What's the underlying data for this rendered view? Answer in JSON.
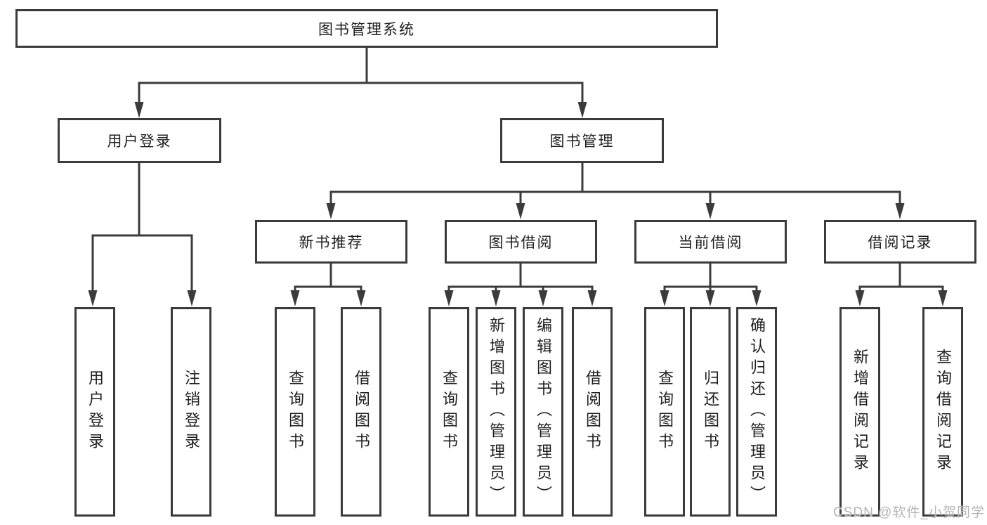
{
  "diagram": {
    "root": {
      "label": "图书管理系统"
    },
    "branches": [
      {
        "label": "用户登录",
        "leaves": [
          {
            "label": "用户登录"
          },
          {
            "label": "注销登录"
          }
        ]
      },
      {
        "label": "图书管理",
        "groups": [
          {
            "label": "新书推荐",
            "leaves": [
              {
                "label": "查询图书"
              },
              {
                "label": "借阅图书"
              }
            ]
          },
          {
            "label": "图书借阅",
            "leaves": [
              {
                "label": "查询图书"
              },
              {
                "label": "新增图书（管理员）"
              },
              {
                "label": "编辑图书（管理员）"
              },
              {
                "label": "借阅图书"
              }
            ]
          },
          {
            "label": "当前借阅",
            "leaves": [
              {
                "label": "查询图书"
              },
              {
                "label": "归还图书"
              },
              {
                "label": "确认归还（管理员）"
              }
            ]
          },
          {
            "label": "借阅记录",
            "leaves": [
              {
                "label": "新增借阅记录"
              },
              {
                "label": "查询借阅记录"
              }
            ]
          }
        ]
      }
    ]
  },
  "watermark": {
    "text": "CSDN @软件_小贺同学"
  },
  "colors": {
    "line": "#3b3b3b",
    "text": "#1e1e1e",
    "background": "#ffffff",
    "watermark": "#b5b5b5"
  }
}
